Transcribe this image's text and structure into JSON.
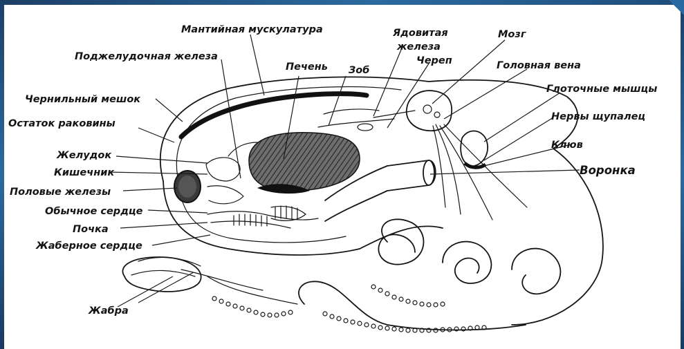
{
  "labels": {
    "mantle_musculature": "Мантийная мускулатура",
    "pancreas": "Поджелудочная железа",
    "liver": "Печень",
    "crop": "Зоб",
    "poison_gland_1": "Ядовитая",
    "poison_gland_2": "железа",
    "skull": "Череп",
    "brain": "Мозг",
    "head_vein": "Головная вена",
    "ink_sac": "Чернильный мешок",
    "pharynx_muscles": "Глоточные мышцы",
    "shell_remnant": "Остаток раковины",
    "tentacle_nerves": "Нервы щупалец",
    "stomach": "Желудок",
    "beak": "Клюв",
    "intestine": "Кишечник",
    "funnel": "Воронка",
    "gonads": "Половые железы",
    "systemic_heart": "Обычное сердце",
    "kidney": "Почка",
    "gill_heart": "Жаберное сердце",
    "gill": "Жабра"
  },
  "colors": {
    "frame": "#2b6aa0",
    "ink": "#151515",
    "organ_fill": "#4a4a4a"
  }
}
